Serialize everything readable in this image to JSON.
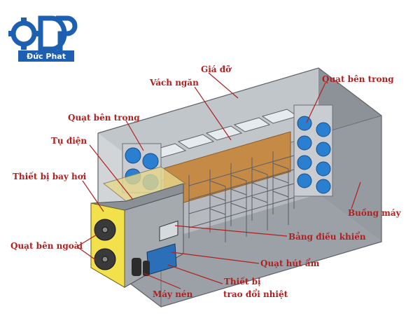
{
  "brand": {
    "name": "Đức Phát",
    "logo_caption": "Đức Phat",
    "primary_color": "#1d5fb0",
    "accent_color": "#b0201f"
  },
  "labels": {
    "gia_do": "Giá đỡ",
    "vach_ngan": "Vách ngăn",
    "quat_ben_trong_right": "Quạt bên trong",
    "quat_ben_trong_left": "Quạt bên trong",
    "tu_dien": "Tụ điện",
    "thiet_bi_bay_hoi": "Thiết bị bay hơi",
    "buong_may": "Buồng máy",
    "quat_ben_ngoai": "Quạt bên ngoài",
    "bang_dieu_khien": "Bảng điều khiển",
    "quat_hut_am": "Quạt hút ẩm",
    "thiet_bi": "Thiết bị",
    "trao_doi_nhiet": "trao đổi nhiệt",
    "may_nen": "Máy nén"
  },
  "colors": {
    "container": "#a9adb2",
    "container_dark": "#7d8288",
    "partition": "#c58a45",
    "fan_blue": "#2a7fd0",
    "coil_yellow": "#f2e14a",
    "shelf": "#e8ebee"
  },
  "icons": [
    "gear-icon",
    "fan-icon",
    "coil-icon",
    "compressor-icon",
    "control-panel-icon"
  ]
}
